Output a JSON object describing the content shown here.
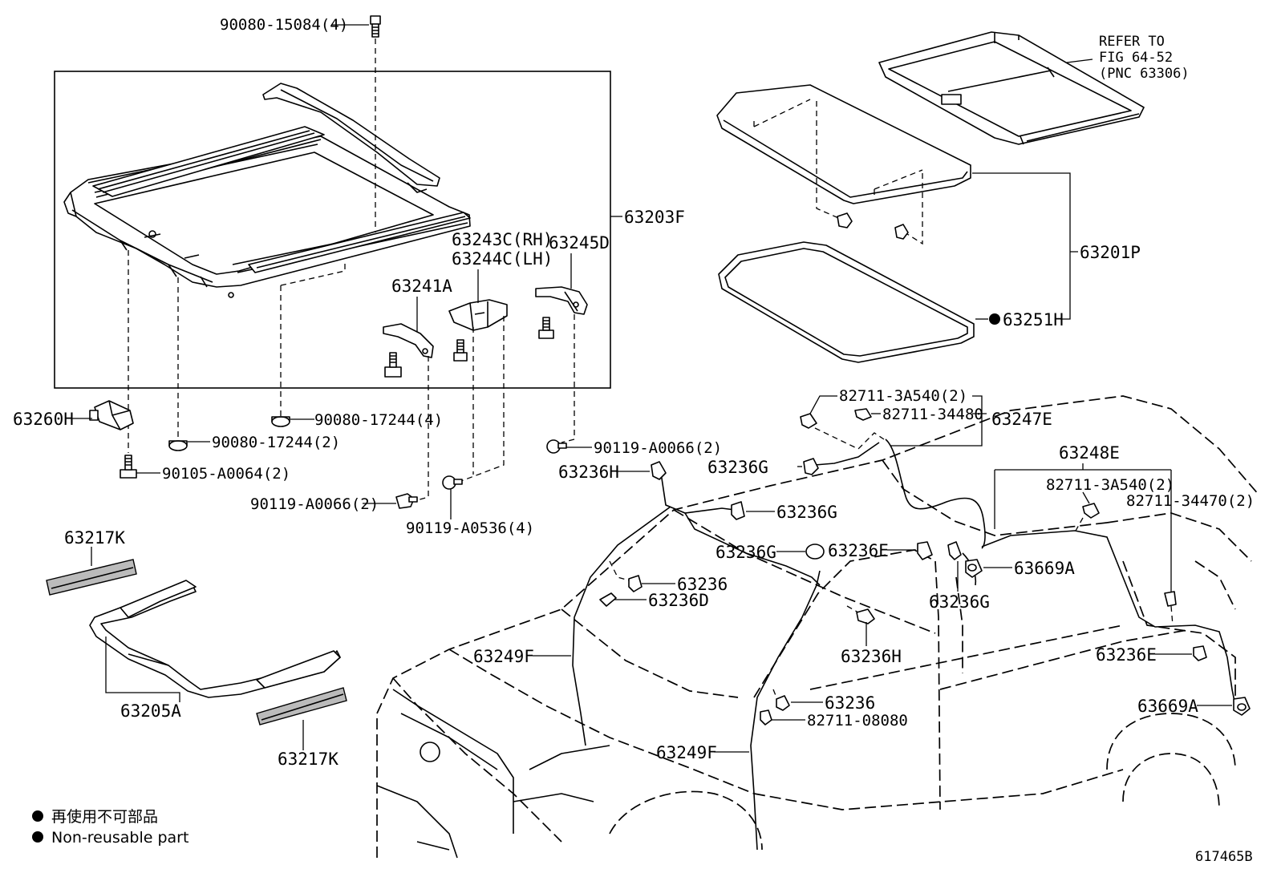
{
  "callouts": [
    {
      "id": "c1",
      "text": "90080-15084(4)"
    },
    {
      "id": "c2",
      "text": "63203F"
    },
    {
      "id": "c3",
      "text": "63243C(RH)"
    },
    {
      "id": "c4",
      "text": "63244C(LH)"
    },
    {
      "id": "c5",
      "text": "63245D"
    },
    {
      "id": "c6",
      "text": "63241A"
    },
    {
      "id": "c7",
      "text": "63260H"
    },
    {
      "id": "c8",
      "text": "90080-17244(4)"
    },
    {
      "id": "c9",
      "text": "90080-17244(2)"
    },
    {
      "id": "c10",
      "text": "90105-A0064(2)"
    },
    {
      "id": "c11",
      "text": "90119-A0066(2)"
    },
    {
      "id": "c12",
      "text": "90119-A0536(4)"
    },
    {
      "id": "c13",
      "text": "90119-A0066(2)"
    },
    {
      "id": "c14",
      "text": "63236H"
    },
    {
      "id": "c15",
      "text": "63217K"
    },
    {
      "id": "c16",
      "text": "63205A"
    },
    {
      "id": "c17",
      "text": "63217K"
    },
    {
      "id": "c18",
      "text": "REFER TO"
    },
    {
      "id": "c19",
      "text": "FIG 64-52"
    },
    {
      "id": "c20",
      "text": "(PNC 63306)"
    },
    {
      "id": "c21",
      "text": "63201P"
    },
    {
      "id": "c22",
      "text": "63251H"
    },
    {
      "id": "c23",
      "text": "82711-3A540(2)"
    },
    {
      "id": "c24",
      "text": "82711-34480"
    },
    {
      "id": "c25",
      "text": "63247E"
    },
    {
      "id": "c26",
      "text": "63236G"
    },
    {
      "id": "c27",
      "text": "63248E"
    },
    {
      "id": "c28",
      "text": "82711-3A540(2)"
    },
    {
      "id": "c29",
      "text": "82711-34470(2)"
    },
    {
      "id": "c30",
      "text": "63236G"
    },
    {
      "id": "c31",
      "text": "63236G"
    },
    {
      "id": "c32",
      "text": "63236E"
    },
    {
      "id": "c33",
      "text": "63669A"
    },
    {
      "id": "c34",
      "text": "63236"
    },
    {
      "id": "c35",
      "text": "63236D"
    },
    {
      "id": "c36",
      "text": "63236G"
    },
    {
      "id": "c37",
      "text": "63249F"
    },
    {
      "id": "c38",
      "text": "63236H"
    },
    {
      "id": "c39",
      "text": "63236E"
    },
    {
      "id": "c40",
      "text": "63669A"
    },
    {
      "id": "c41",
      "text": "63236"
    },
    {
      "id": "c42",
      "text": "82711-08080"
    },
    {
      "id": "c43",
      "text": "63249F"
    }
  ],
  "legend": {
    "line1": "再使用不可部品",
    "line2": "Non-reusable part"
  },
  "figure_id": "617465B"
}
